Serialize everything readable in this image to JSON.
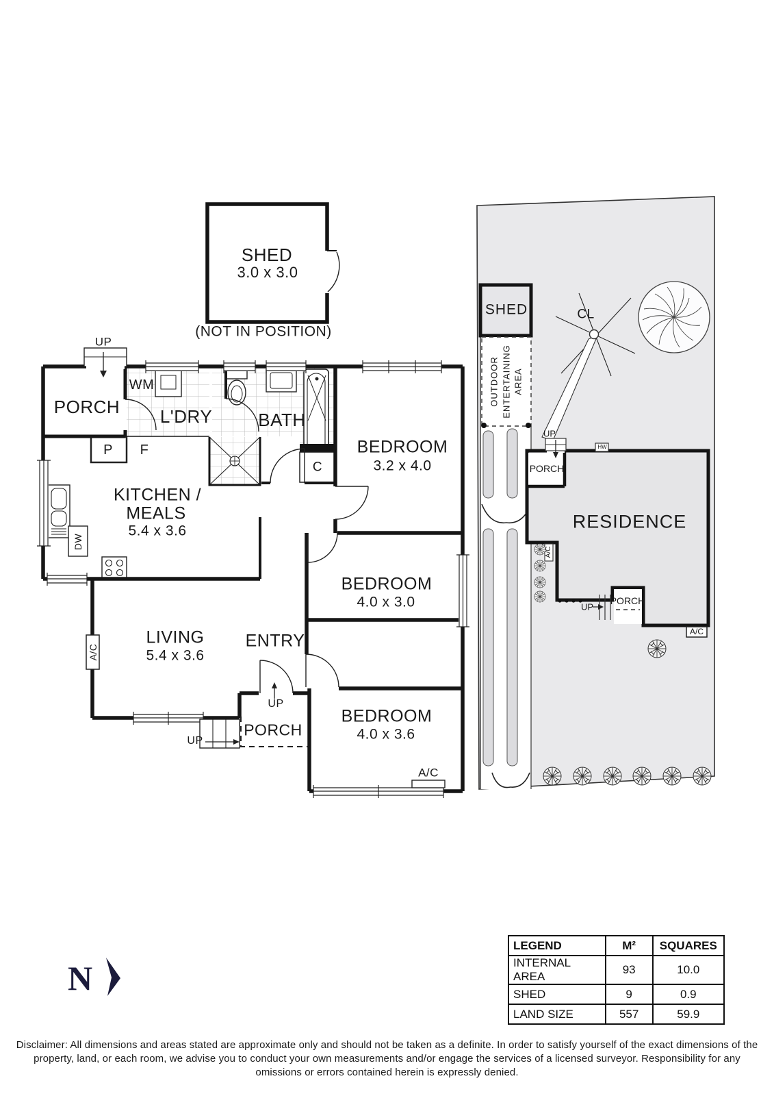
{
  "floorplan": {
    "shed": {
      "label": "SHED",
      "dims": "3.0 x 3.0",
      "note": "(NOT IN POSITION)"
    },
    "rooms": {
      "porch_top": "PORCH",
      "ldry": "L'DRY",
      "bath": "BATH",
      "bedroom1": "BEDROOM",
      "bedroom1_dims": "3.2 x 4.0",
      "kitchen_line1": "KITCHEN /",
      "kitchen_line2": "MEALS",
      "kitchen_dims": "5.4 x 3.6",
      "bedroom2": "BEDROOM",
      "bedroom2_dims": "4.0 x 3.0",
      "living": "LIVING",
      "living_dims": "5.4 x 3.6",
      "entry": "ENTRY",
      "bedroom3": "BEDROOM",
      "bedroom3_dims": "4.0 x 3.6",
      "porch_bottom": "PORCH"
    },
    "labels": {
      "up": "UP",
      "wm": "WM",
      "p": "P",
      "f": "F",
      "c": "C",
      "dw": "DW",
      "ac": "A/C"
    }
  },
  "siteplan": {
    "shed": "SHED",
    "outdoor_area": {
      "line1": "OUTDOOR",
      "line2": "ENTERTAINING",
      "line3": "AREA"
    },
    "clothesline": "CL",
    "residence": "RESIDENCE",
    "porch": "PORCH",
    "up": "UP",
    "hw": "HW",
    "ac": "A/C"
  },
  "legend": {
    "headers": [
      "LEGEND",
      "M²",
      "SQUARES"
    ],
    "rows": [
      [
        "INTERNAL AREA",
        "93",
        "10.0"
      ],
      [
        "SHED",
        "9",
        "0.9"
      ],
      [
        "LAND SIZE",
        "557",
        "59.9"
      ]
    ]
  },
  "compass": {
    "north": "N"
  },
  "disclaimer": "Disclaimer: All dimensions and areas stated are approximate only and should not be taken as a definite. In order to satisfy yourself of the exact dimensions of the property, land, or each room, we advise you to conduct your own measurements and/or engage the services of a licensed surveyor. Responsibility for any omissions or errors contained herein is expressly denied.",
  "colors": {
    "site_bg": "#e9e9eb",
    "residence_fill": "#e5e5e7",
    "track_fill": "#dcdcdf",
    "line": "#161616",
    "compass": "#1c1c3c"
  }
}
